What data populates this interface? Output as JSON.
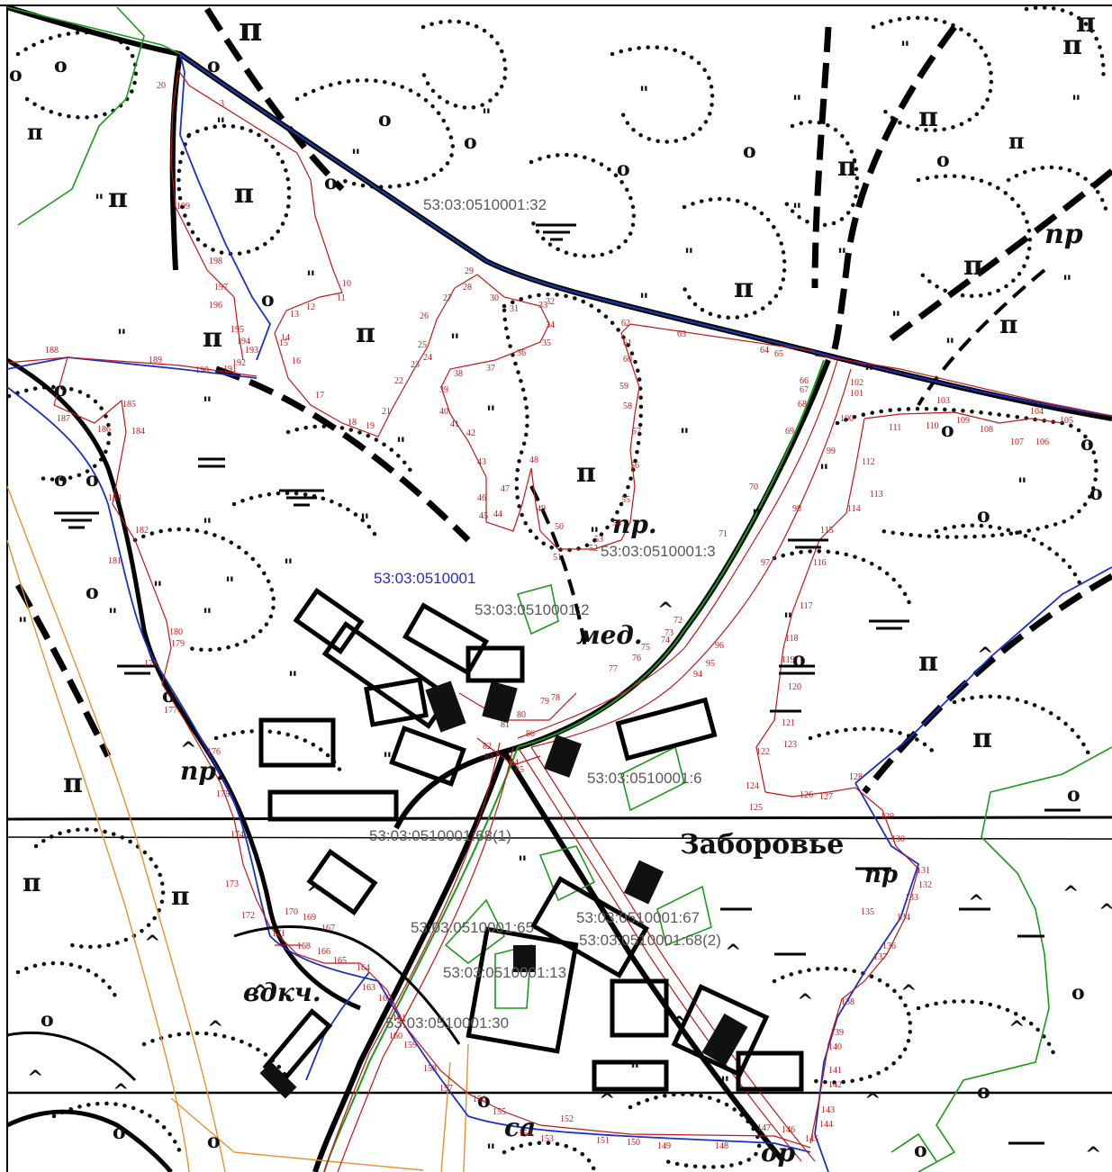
{
  "map": {
    "cadastral_labels": [
      {
        "text": "53:03:0510001:32"
      },
      {
        "text": "53:03:0510001"
      },
      {
        "text": "53:03:0510001:2"
      },
      {
        "text": "53:03:0510001:3"
      },
      {
        "text": "53:03:0510001:6"
      },
      {
        "text": "53:03:0510001:68(1)"
      },
      {
        "text": "53:03:0510001:67"
      },
      {
        "text": "53:03:0510001:68(2)"
      },
      {
        "text": "53:03:0510001:65"
      },
      {
        "text": "53:03:0510001:13"
      },
      {
        "text": "53:03:0510001:30"
      }
    ],
    "place_labels": [
      "пр.",
      "мед.",
      "пр.",
      "вдкч.",
      "Заборовье",
      "пр",
      "са",
      "ор",
      "пр"
    ],
    "point_numbers": [
      "3",
      "20",
      "199",
      "198",
      "197",
      "196",
      "195",
      "194",
      "193",
      "192",
      "191",
      "190",
      "189",
      "188",
      "187",
      "186",
      "185",
      "184",
      "183",
      "182",
      "181",
      "180",
      "179",
      "178",
      "177",
      "176",
      "175",
      "174",
      "173",
      "172",
      "171",
      "170",
      "169",
      "168",
      "167",
      "166",
      "165",
      "164",
      "163",
      "162",
      "161",
      "160",
      "159",
      "158",
      "157",
      "156",
      "155",
      "154",
      "153",
      "152",
      "151",
      "150",
      "149",
      "148",
      "147",
      "146",
      "145",
      "144",
      "143",
      "142",
      "141",
      "140",
      "139",
      "138",
      "137",
      "136",
      "135",
      "134",
      "133",
      "132",
      "131",
      "130",
      "129",
      "128",
      "127",
      "126",
      "125",
      "124",
      "123",
      "122",
      "121",
      "120",
      "119",
      "118",
      "117",
      "116",
      "115",
      "114",
      "113",
      "112",
      "111",
      "110",
      "109",
      "108",
      "107",
      "106",
      "105",
      "104",
      "103",
      "102",
      "101",
      "100",
      "99",
      "98",
      "97",
      "96",
      "95",
      "94",
      "77",
      "76",
      "75",
      "74",
      "73",
      "72",
      "71",
      "70",
      "69",
      "68",
      "67",
      "66",
      "65",
      "64",
      "63",
      "62",
      "61",
      "60",
      "59",
      "58",
      "57",
      "56",
      "55",
      "54",
      "53",
      "52",
      "51",
      "50",
      "49",
      "48",
      "47",
      "46",
      "45",
      "44",
      "43",
      "42",
      "41",
      "40",
      "39",
      "38",
      "37",
      "36",
      "35",
      "34",
      "33",
      "32",
      "31",
      "30",
      "29",
      "28",
      "27",
      "26",
      "25",
      "24",
      "23",
      "22",
      "21",
      "19",
      "18",
      "17",
      "16",
      "15",
      "14",
      "13",
      "12",
      "11",
      "10",
      "78",
      "79",
      "80",
      "81",
      "82",
      "83",
      "84",
      "85",
      "86"
    ],
    "colors": {
      "boundary": "#c01818",
      "road_green": "#1a9a1a",
      "road_blue": "#1a30c8",
      "orange": "#e89030",
      "ink": "#111111"
    }
  }
}
